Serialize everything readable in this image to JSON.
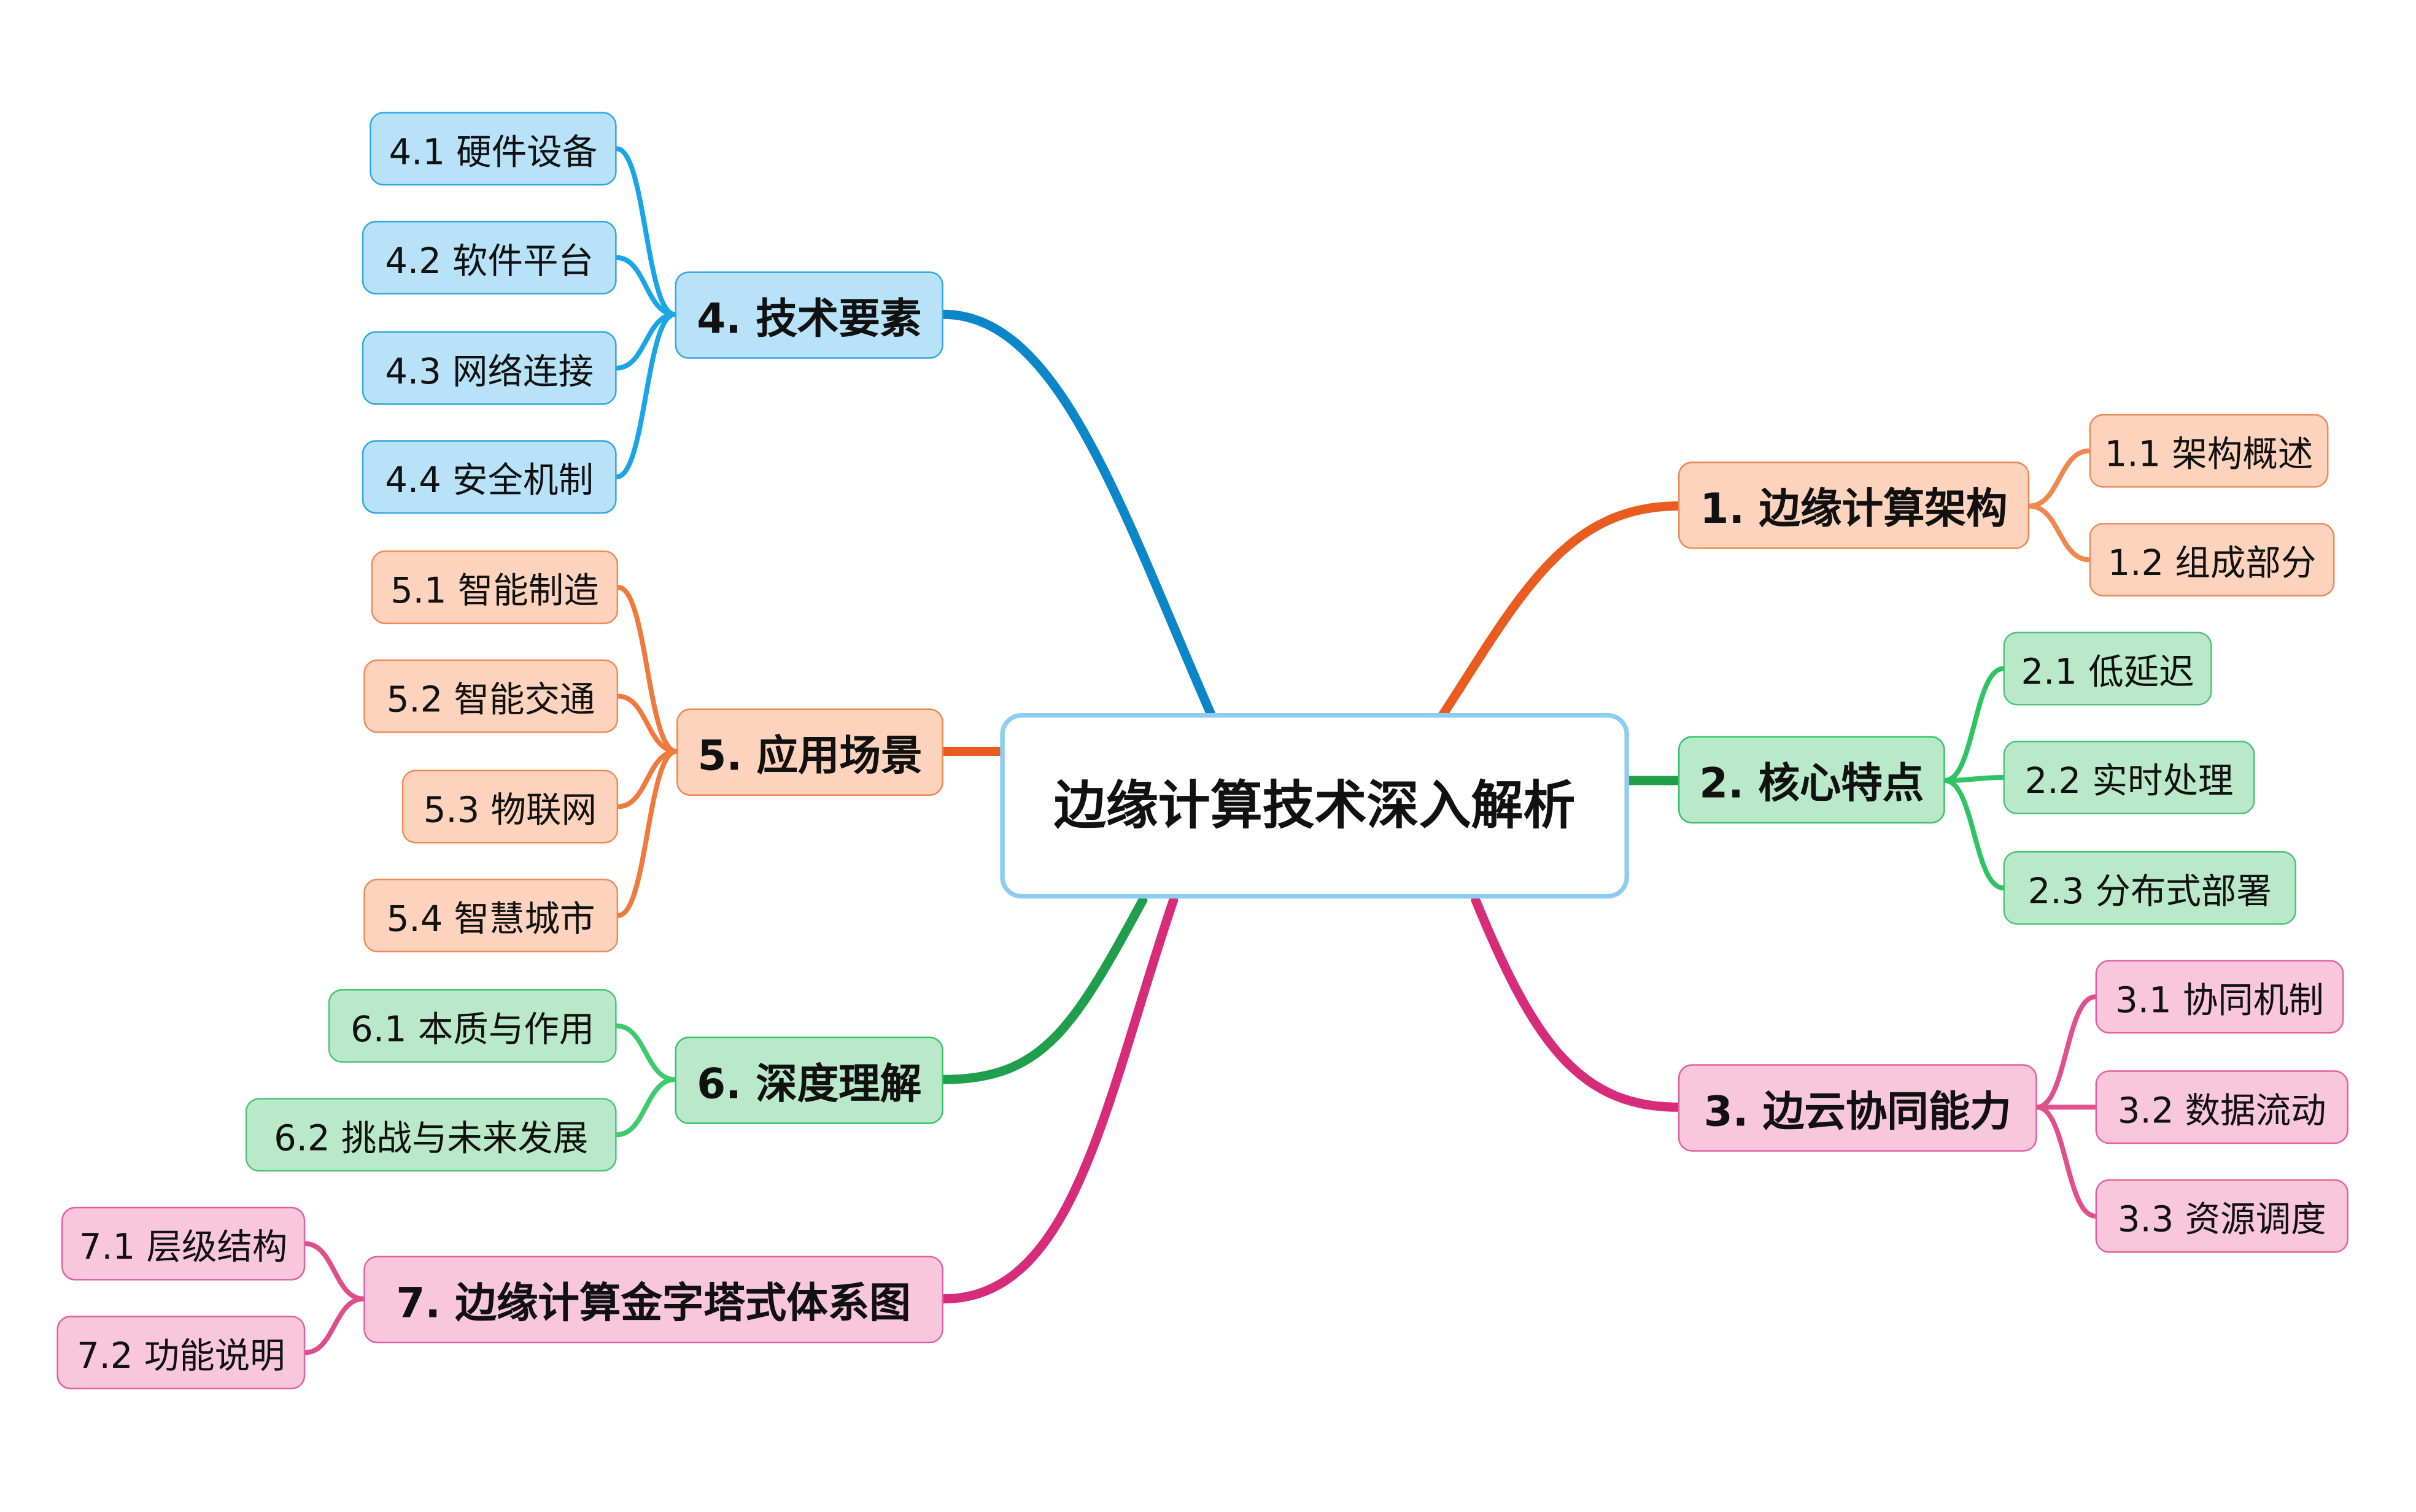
{
  "center": {
    "title": "边缘计算技术深入解析"
  },
  "branches": [
    {
      "label": "1. 边缘计算架构",
      "color": "#e85d1f",
      "children": [
        "1.1 架构概述",
        "1.2 组成部分"
      ]
    },
    {
      "label": "2. 核心特点",
      "color": "#1f9e4c",
      "children": [
        "2.1 低延迟",
        "2.2 实时处理",
        "2.3 分布式部署"
      ]
    },
    {
      "label": "3. 边云协同能力",
      "color": "#d72c7a",
      "children": [
        "3.1 协同机制",
        "3.2 数据流动",
        "3.3 资源调度"
      ]
    },
    {
      "label": "4. 技术要素",
      "color": "#0a86c9",
      "children": [
        "4.1 硬件设备",
        "4.2 软件平台",
        "4.3 网络连接",
        "4.4 安全机制"
      ]
    },
    {
      "label": "5. 应用场景",
      "color": "#e85d1f",
      "children": [
        "5.1 智能制造",
        "5.2 智能交通",
        "5.3 物联网",
        "5.4 智慧城市"
      ]
    },
    {
      "label": "6. 深度理解",
      "color": "#1f9e4c",
      "children": [
        "6.1 本质与作用",
        "6.2 挑战与未来发展"
      ]
    },
    {
      "label": "7. 边缘计算金字塔式体系图",
      "color": "#d72c7a",
      "children": [
        "7.1 层级结构",
        "7.2 功能说明"
      ]
    }
  ]
}
